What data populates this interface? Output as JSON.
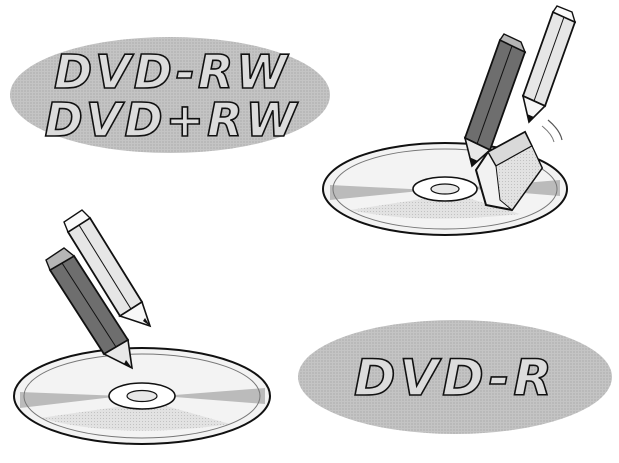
{
  "labels": {
    "rewritable_line1": "DVD-RW",
    "rewritable_line2": "DVD+RW",
    "recordable": "DVD-R"
  },
  "icons": {
    "disc": "disc-icon",
    "pencil": "pencil-icon",
    "eraser": "eraser-icon"
  },
  "colors": {
    "ellipse_fill": "#bdbdbd",
    "text_fill": "#d6d6d6",
    "outline": "#111111",
    "pencil_dark": "#6e6e6e",
    "pencil_light": "#e4e4e4",
    "disc_shade": "#cfcfcf"
  }
}
